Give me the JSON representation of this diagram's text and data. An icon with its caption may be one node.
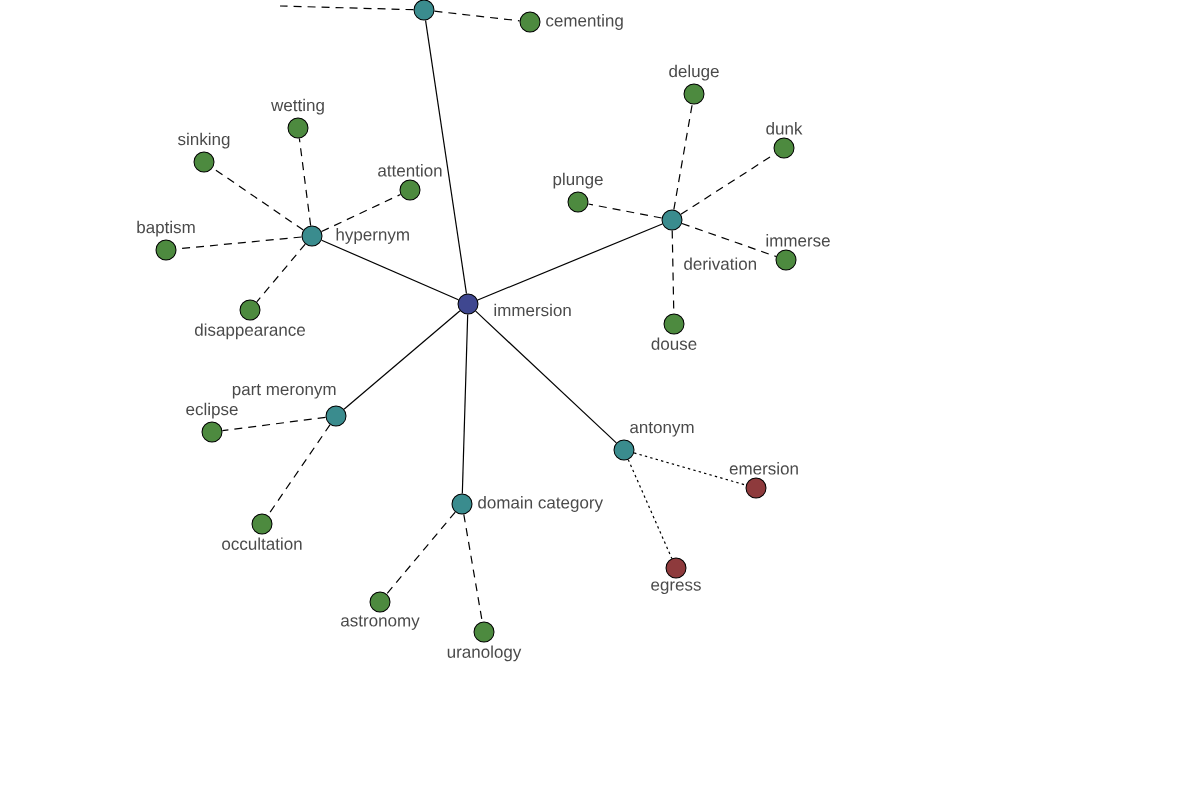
{
  "diagram": {
    "nodes": [
      {
        "text": [
          "immersion"
        ]
      },
      {
        "text": [],
        "shape": "circle"
      },
      {
        "text": [
          "cementing"
        ]
      },
      {
        "text": [
          "hypernym"
        ]
      },
      {
        "text": [
          "wetting"
        ]
      },
      {
        "text": [
          "sinking"
        ]
      },
      {
        "text": [
          "attention"
        ]
      },
      {
        "text": [
          "baptism"
        ]
      },
      {
        "text": [
          "disappearance"
        ]
      },
      {
        "text": [
          "derivation"
        ]
      },
      {
        "text": [
          "deluge"
        ]
      },
      {
        "text": [
          "dunk"
        ]
      },
      {
        "text": [
          "plunge"
        ]
      },
      {
        "text": [
          "immerse"
        ]
      },
      {
        "text": [
          "douse"
        ]
      },
      {
        "text": [
          "part meronym"
        ]
      },
      {
        "text": [
          "eclipse"
        ]
      },
      {
        "text": [
          "occultation"
        ]
      },
      {
        "text": [
          "domain category"
        ]
      },
      {
        "text": [
          "astronomy"
        ]
      },
      {
        "text": [
          "uranology"
        ]
      },
      {
        "text": [
          "antonym"
        ]
      },
      {
        "text": [
          "emersion"
        ]
      },
      {
        "text": [
          "egress"
        ]
      }
    ],
    "edges": [
      {
        "from": 0,
        "to": 1,
        "arrow": "none"
      },
      {
        "from": 0,
        "to": 3,
        "arrow": "none"
      },
      {
        "from": 0,
        "to": 9,
        "arrow": "none"
      },
      {
        "from": 0,
        "to": 15,
        "arrow": "none"
      },
      {
        "from": 0,
        "to": 18,
        "arrow": "none"
      },
      {
        "from": 0,
        "to": 21,
        "arrow": "none"
      },
      {
        "from": 1,
        "to": null,
        "arrow": "none",
        "style": "dashed"
      },
      {
        "from": 1,
        "to": 2,
        "arrow": "none",
        "style": "dashed"
      },
      {
        "from": 3,
        "to": 4,
        "arrow": "none",
        "style": "dashed"
      },
      {
        "from": 3,
        "to": 5,
        "arrow": "none",
        "style": "dashed"
      },
      {
        "from": 3,
        "to": 6,
        "arrow": "none",
        "style": "dashed"
      },
      {
        "from": 3,
        "to": 7,
        "arrow": "none",
        "style": "dashed"
      },
      {
        "from": 3,
        "to": 8,
        "arrow": "none",
        "style": "dashed"
      },
      {
        "from": 9,
        "to": 10,
        "arrow": "none",
        "style": "dashed"
      },
      {
        "from": 9,
        "to": 11,
        "arrow": "none",
        "style": "dashed"
      },
      {
        "from": 9,
        "to": 12,
        "arrow": "none",
        "style": "dashed"
      },
      {
        "from": 9,
        "to": 13,
        "arrow": "none",
        "style": "dashed"
      },
      {
        "from": 9,
        "to": 14,
        "arrow": "none",
        "style": "dashed"
      },
      {
        "from": 15,
        "to": 16,
        "arrow": "none",
        "style": "dashed"
      },
      {
        "from": 15,
        "to": 17,
        "arrow": "none",
        "style": "dashed"
      },
      {
        "from": 18,
        "to": 19,
        "arrow": "none",
        "style": "dashed"
      },
      {
        "from": 18,
        "to": 20,
        "arrow": "none",
        "style": "dashed"
      },
      {
        "from": 21,
        "to": 22,
        "arrow": "none",
        "style": "dashed"
      },
      {
        "from": 21,
        "to": 23,
        "arrow": "none",
        "style": "dashed"
      }
    ]
  }
}
